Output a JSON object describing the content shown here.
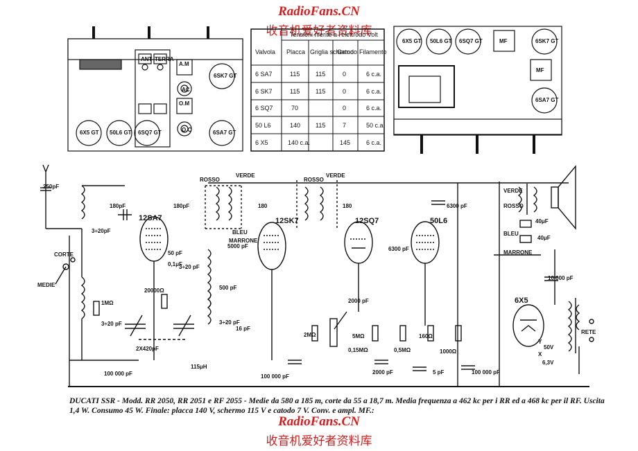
{
  "watermark": {
    "site": "RadioFans.CN",
    "site_cn": "收音机爱好者资料库"
  },
  "chassis_top": {
    "labels": [
      "ANT",
      "A.M",
      "TERRA",
      "6SQ7",
      "6X5",
      "50L6",
      "AC",
      "O.M",
      "O.C"
    ],
    "tubes": [
      "6X5 GT",
      "50L6 GT",
      "6SQ7 GT",
      "6SK7 GT",
      "6SA7 GT"
    ]
  },
  "table": {
    "title": "Tensioni riferite a l'elettrodo Volt",
    "headers": [
      "Valvola",
      "Placca",
      "Griglia schermo",
      "Catodo",
      "Filamento"
    ],
    "rows": [
      [
        "6 SA7",
        "115",
        "115",
        "0",
        "6 c.a."
      ],
      [
        "6 SK7",
        "115",
        "115",
        "0",
        "6 c.a."
      ],
      [
        "6 SQ7",
        "70",
        "",
        "0",
        "6 c.a."
      ],
      [
        "50 L6",
        "140",
        "115",
        "7",
        "50 c.a."
      ],
      [
        "6 X5",
        "140 c.a.",
        "",
        "145",
        "6 c.a."
      ]
    ]
  },
  "chassis_right": {
    "tubes": [
      "6X5 GT",
      "50L6 GT",
      "6SQ7 GT",
      "MF",
      "6SK7 GT",
      "MF",
      "6SA7 GT"
    ]
  },
  "schematic": {
    "tubes": [
      "12SA7",
      "12SK7",
      "12SQ7",
      "50L6",
      "6X5"
    ],
    "wire_colors": [
      "ROSSO",
      "VERDE",
      "BLEU",
      "MARRONE",
      "ROSSO",
      "VERDE",
      "BLEU",
      "MARRONE"
    ],
    "components": [
      "250pF",
      "180pF",
      "3÷20pF",
      "CORTE",
      "MEDIE",
      "1MΩ",
      "3÷20 pF",
      "2X420pF",
      "100 000 pF",
      "180pF",
      "50 pF",
      "0,1μF",
      "20000Ω",
      "5000 pF",
      "3÷20 pF",
      "500 pF",
      "3÷20 pF",
      "16 pF",
      "115μH",
      "180",
      "180",
      "100 000 pF",
      "2000 pF",
      "2MΩ",
      "5MΩ",
      "0,15MΩ",
      "0,5MΩ",
      "160Ω",
      "2000 pF",
      "6300 pF",
      "6300 pF",
      "1000Ω",
      "5 pF",
      "100 000 pF",
      "40μF",
      "40μF",
      "10 000 pF",
      "Y",
      "50V",
      "X",
      "6,3V",
      "RETE"
    ]
  },
  "caption": "DUCATI SSR - Modd. RR 2050, RR 2051 e RF 2055 - Medie da 580 a 185 m, corte da 55 a 18,7 m. Media frequenza a 462 kc per i RR ed a 468 kc per il RF. Uscita 1,4 W. Consumo 45 W. Finale: placca 140 V, schermo 115 V e catodo 7 V. Conv. e ampl. MF.:"
}
